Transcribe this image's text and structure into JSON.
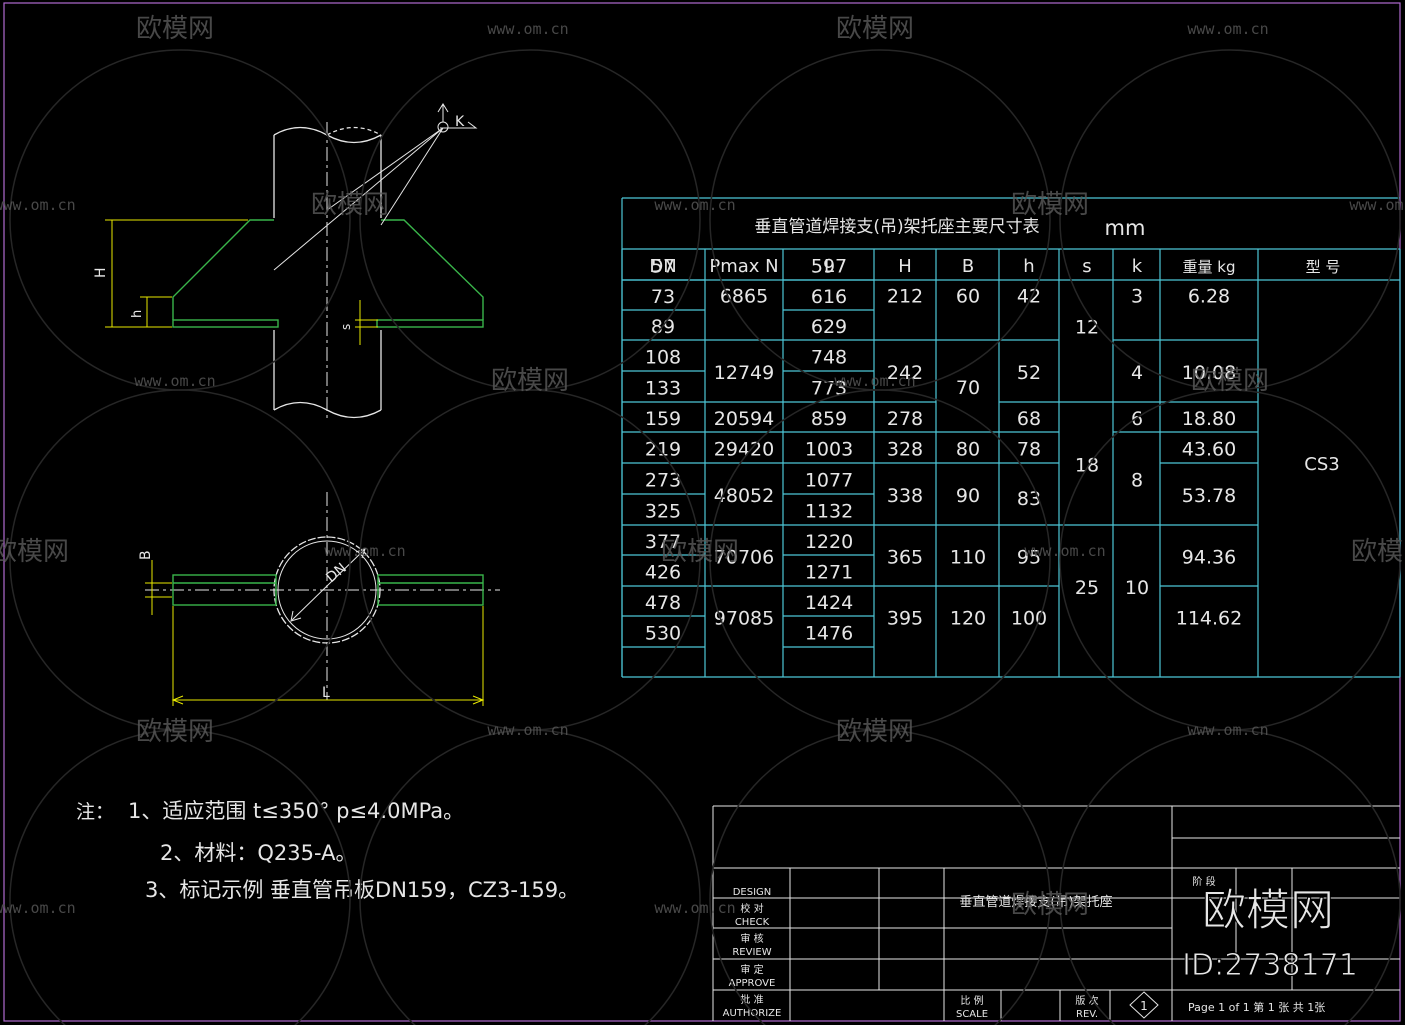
{
  "colors": {
    "background": "#000000",
    "table_line": "#4cc6d6",
    "dim": "#e8e800",
    "green": "#39b54a",
    "text": "#e6e6e6",
    "frame": "#b06ad0"
  },
  "table": {
    "title": "垂直管道焊接支(吊)架托座主要尺寸表",
    "unit": "mm",
    "headers": [
      "DN",
      "Pmax  N",
      "L",
      "H",
      "B",
      "h",
      "s",
      "k",
      "重量 kg",
      "型    号"
    ],
    "dn": [
      "57",
      "73",
      "89",
      "108",
      "133",
      "159",
      "219",
      "273",
      "325",
      "377",
      "426",
      "478",
      "530"
    ],
    "pmax": [
      "6865",
      "12749",
      "20594",
      "29420",
      "48052",
      "70706",
      "97085"
    ],
    "l": [
      "597",
      "616",
      "629",
      "748",
      "773",
      "859",
      "1003",
      "1077",
      "1132",
      "1220",
      "1271",
      "1424",
      "1476"
    ],
    "h_big": [
      "212",
      "242",
      "278",
      "328",
      "338",
      "365",
      "395"
    ],
    "b": [
      "60",
      "70",
      "80",
      "90",
      "110",
      "120"
    ],
    "h_small": [
      "42",
      "52",
      "68",
      "78",
      "83",
      "95",
      "100"
    ],
    "s": [
      "12",
      "18",
      "25"
    ],
    "k": [
      "3",
      "4",
      "6",
      "8",
      "10"
    ],
    "weight": [
      "6.28",
      "10.08",
      "18.80",
      "43.60",
      "53.78",
      "94.36",
      "114.62"
    ],
    "model": "CS3"
  },
  "drawing_labels": {
    "H": "H",
    "h": "h",
    "s": "s",
    "K": "K",
    "B": "B",
    "L": "L",
    "DN": "DN"
  },
  "notes": {
    "prefix": "注：",
    "line1": "1、适应范围  t≤350°  p≤4.0MPa。",
    "line2": "2、材料：Q235-A。",
    "line3": "3、标记示例  垂直管吊板DN159，CZ3-159。"
  },
  "title_block": {
    "design": "DESIGN",
    "check_cn": "校    对",
    "check": "CHECK",
    "review_cn": "审    核",
    "review": "REVIEW",
    "approve_cn": "审    定",
    "approve": "APPROVE",
    "authorize_cn": "批    准",
    "authorize": "AUTHORIZE",
    "drawing_title": "垂直管道焊接支(吊)架托座",
    "scale_cn": "比    例",
    "scale": "SCALE",
    "rev_cn": "版    次",
    "rev": "REV.",
    "rev_no": "1",
    "stage_cn": "阶    段",
    "page": "Page  1  of  1   第 1 张  共 1张"
  },
  "watermark": {
    "logo": "欧模网",
    "url": "www.om.cn",
    "id": "ID:2738171"
  }
}
